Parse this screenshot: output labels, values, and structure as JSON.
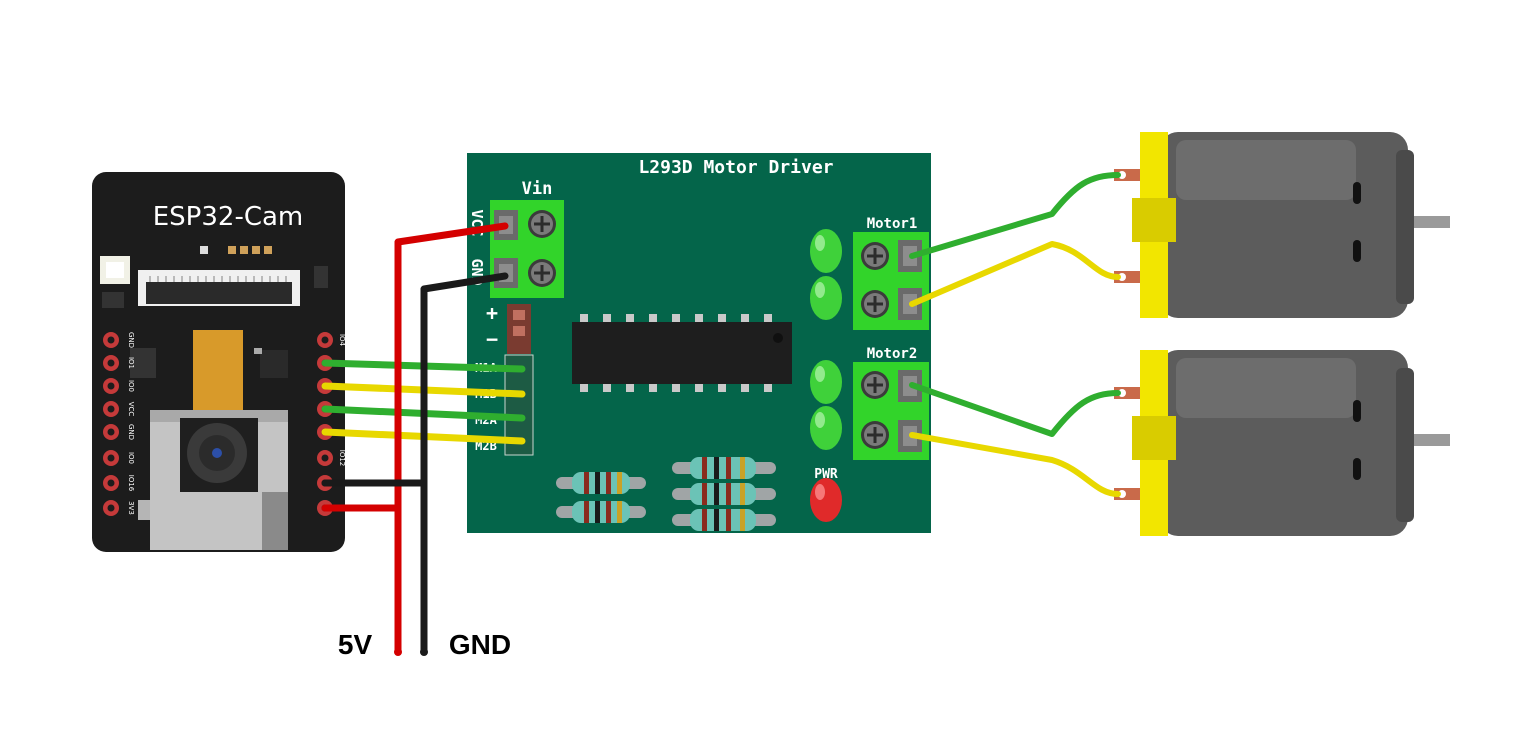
{
  "esp32": {
    "title": "ESP32-Cam",
    "left_pins": [
      "GND",
      "IO1",
      "IO0",
      "VCC",
      "GND",
      "IO0",
      "IO16",
      "3V3"
    ],
    "right_pins": [
      "IO4",
      "",
      "",
      "",
      "",
      "IO12",
      "",
      ""
    ]
  },
  "driver": {
    "title": "L293D Motor Driver",
    "vin_label": "Vin",
    "vcc_label": "VCC",
    "gnd_label": "GND",
    "plus": "+",
    "minus": "−",
    "inputs": [
      "M1A",
      "M1B",
      "M2A",
      "M2B"
    ],
    "motor1_label": "Motor1",
    "motor2_label": "Motor2",
    "pwr_label": "PWR"
  },
  "power": {
    "v5_label": "5V",
    "gnd_label": "GND"
  },
  "colors": {
    "pcb": "#04654a",
    "terminal": "#32d42a",
    "wire_green": "#2fae2f",
    "wire_yellow": "#e8d800",
    "wire_red": "#d40000",
    "wire_black": "#1a1a1a",
    "motor_body": "#5c5c5c",
    "motor_cap": "#f2e600"
  }
}
